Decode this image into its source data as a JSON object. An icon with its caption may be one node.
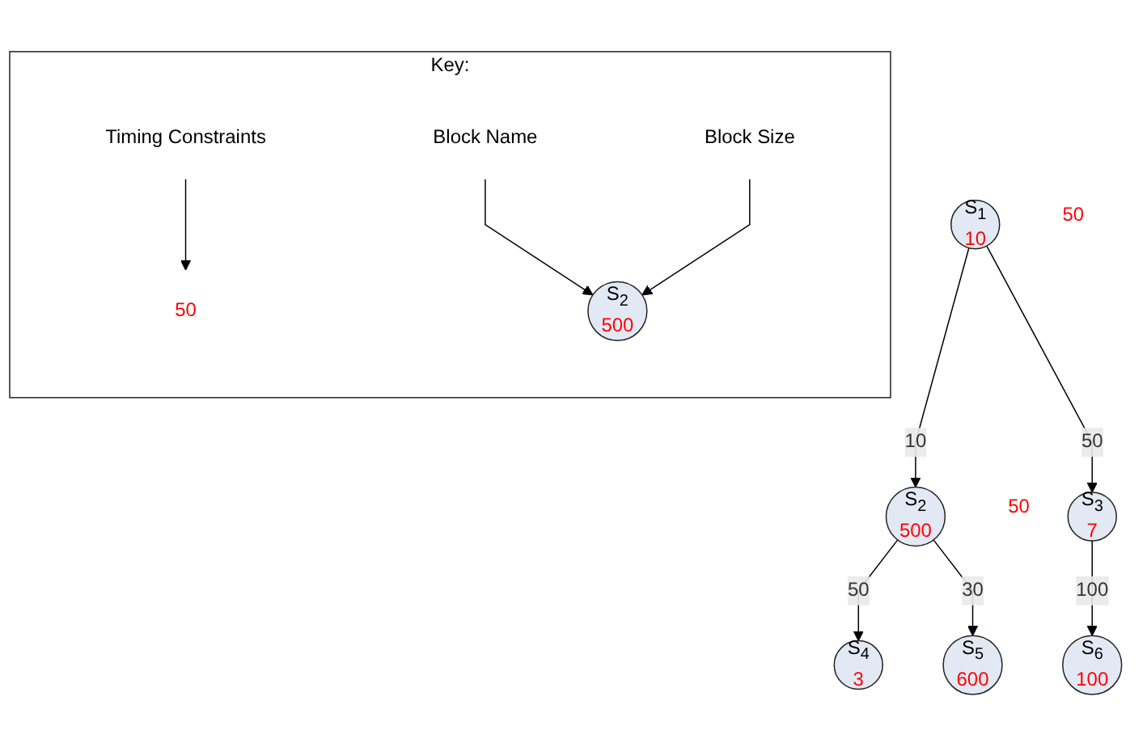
{
  "diagram": {
    "nodes": [
      {
        "text": [
          "S$_{1}$",
          "10"
        ],
        "beside": [
          "50"
        ]
      },
      {
        "text": [
          "S$_{2}$",
          "500"
        ],
        "beside": [
          "50"
        ]
      },
      {
        "text": [
          "S$_{3}$",
          "7"
        ]
      },
      {
        "text": [
          "S$_{4}$",
          "3"
        ]
      },
      {
        "text": [
          "S$_{5}$",
          "600"
        ]
      },
      {
        "text": [
          "S$_{6}$",
          "100"
        ]
      },
      {
        "text": [
          "Key:"
        ]
      },
      {
        "text": [
          "50"
        ],
        "in": 6
      },
      {
        "text": [
          "Timing Constraints"
        ],
        "in": 6
      },
      {
        "text": [
          "S$_{2}$",
          "500"
        ],
        "in": 6
      },
      {
        "text": [
          "Block Name"
        ],
        "in": 6
      },
      {
        "text": [
          "Block Size"
        ],
        "in": 6
      }
    ],
    "edges": [
      {
        "from": 0,
        "to": 1,
        "arrow": "to",
        "label": "10"
      },
      {
        "from": 0,
        "to": 2,
        "arrow": "to",
        "label": "50"
      },
      {
        "from": 1,
        "to": 3,
        "arrow": "to",
        "label": "50"
      },
      {
        "from": 1,
        "to": 4,
        "arrow": "to",
        "label": "30"
      },
      {
        "from": 2,
        "to": 5,
        "arrow": "to",
        "label": "100"
      },
      {
        "from": 8,
        "to": 7,
        "arrow": "to"
      },
      {
        "from": 10,
        "to": 9,
        "arrow": "to"
      },
      {
        "from": 11,
        "to": 9,
        "arrow": "to"
      }
    ]
  }
}
